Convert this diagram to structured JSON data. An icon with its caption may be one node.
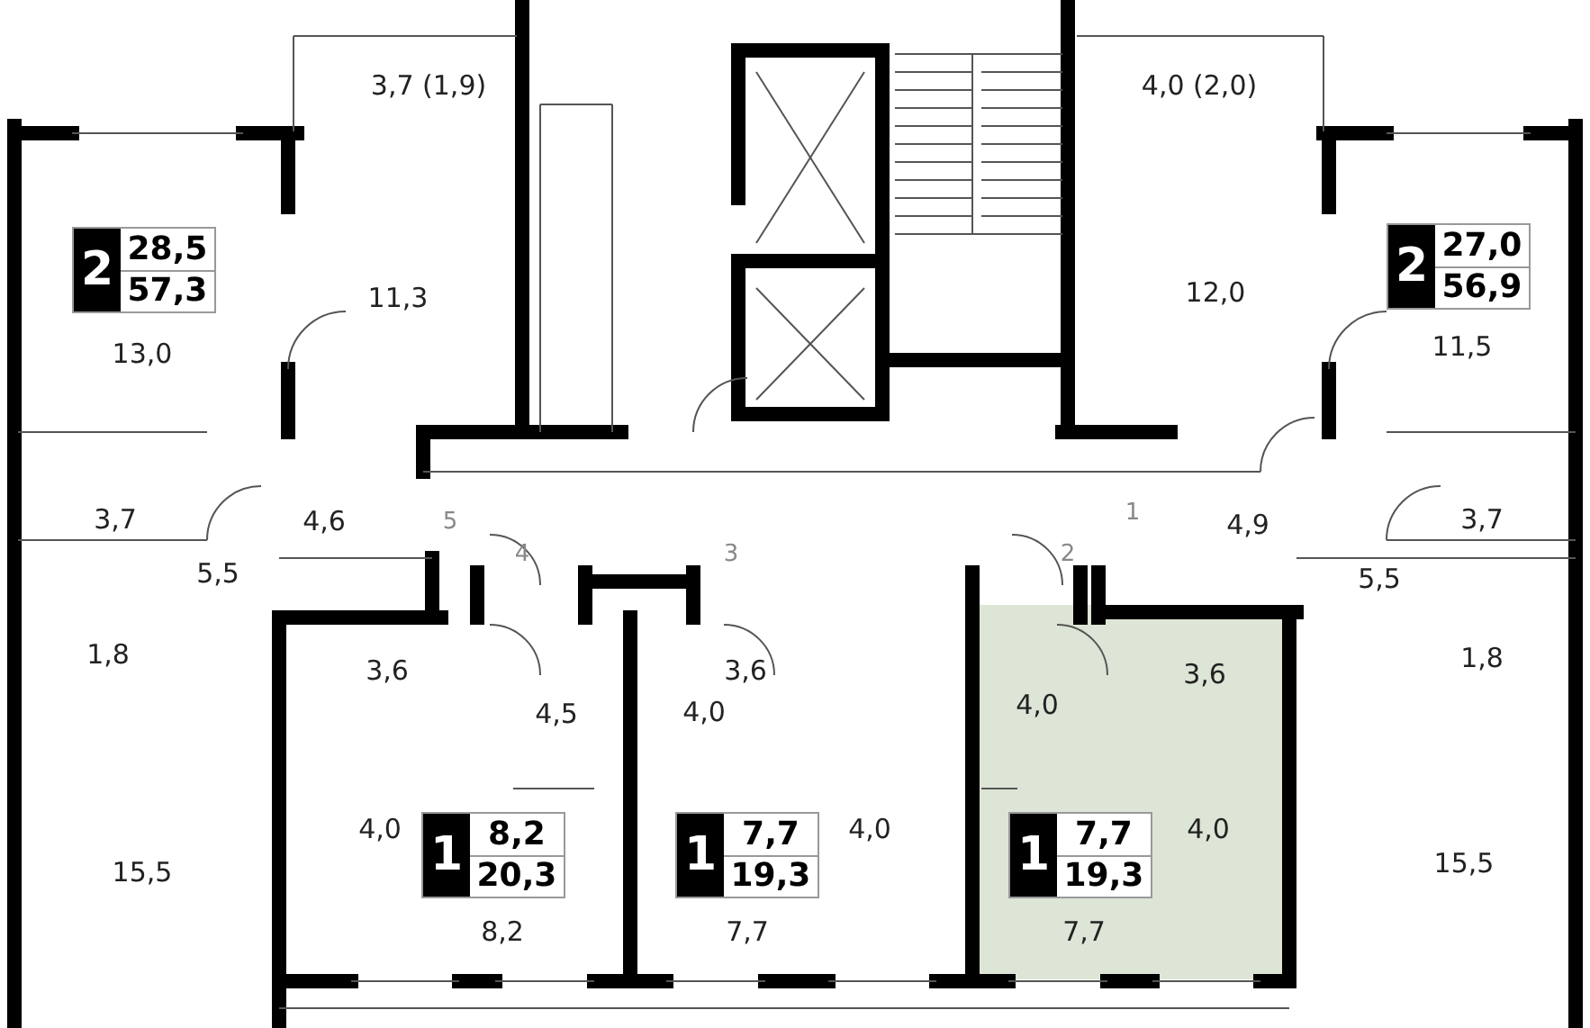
{
  "diagram": {
    "nodes": [
      {
        "text": [
          "2",
          "28,5",
          "57,3"
        ]
      },
      {
        "text": [
          "2",
          "27,0",
          "56,9"
        ]
      },
      {
        "text": [
          "1",
          "8,2",
          "20,3"
        ]
      },
      {
        "text": [
          "1",
          "7,7",
          "19,3"
        ]
      },
      {
        "text": [
          "1",
          "7,7",
          "19,3"
        ]
      }
    ],
    "labels": [
      "3,7 (1,9)",
      "4,0 (2,0)",
      "11,3",
      "12,0",
      "13,0",
      "11,5",
      "3,7",
      "4,6",
      "5",
      "1",
      "4,9",
      "3,7",
      "4",
      "3",
      "2",
      "5,5",
      "5,5",
      "1,8",
      "3,6",
      "3,6",
      "3,6",
      "1,8",
      "4,5",
      "4,0",
      "4,0",
      "4,0",
      "4,0",
      "4,0",
      "15,5",
      "15,5",
      "8,2",
      "7,7",
      "7,7"
    ]
  }
}
